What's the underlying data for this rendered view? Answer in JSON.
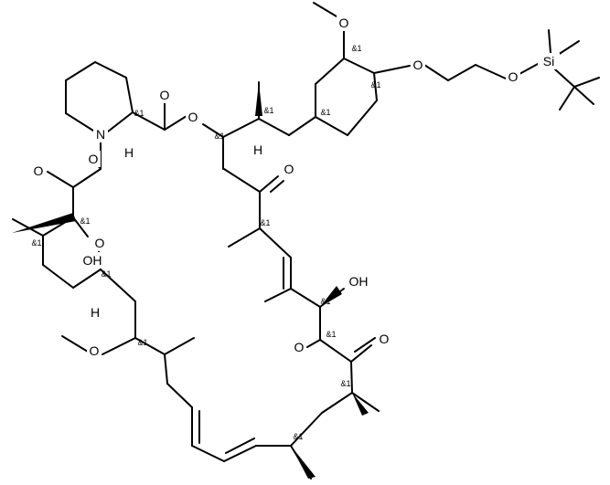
{
  "atom_labels": {
    "o_top_methoxy": "O",
    "o_ether": "O",
    "si": "Si",
    "o_silyl": "O",
    "o_ester": "O",
    "o_ester_carbonyl": "O",
    "n_pip": "N",
    "h_pip": "H",
    "h_ester": "H",
    "o_keto1": "O",
    "o_keto2": "O",
    "o_pyran": "O",
    "oh_pyran": "OH",
    "o_ketone_mid": "O",
    "h_pyran": "H",
    "oh_mid": "OH",
    "o_ketone_right": "O",
    "o_methoxy_mid": "O",
    "o_methoxy_left": "O"
  },
  "stereo_tag": "&1"
}
